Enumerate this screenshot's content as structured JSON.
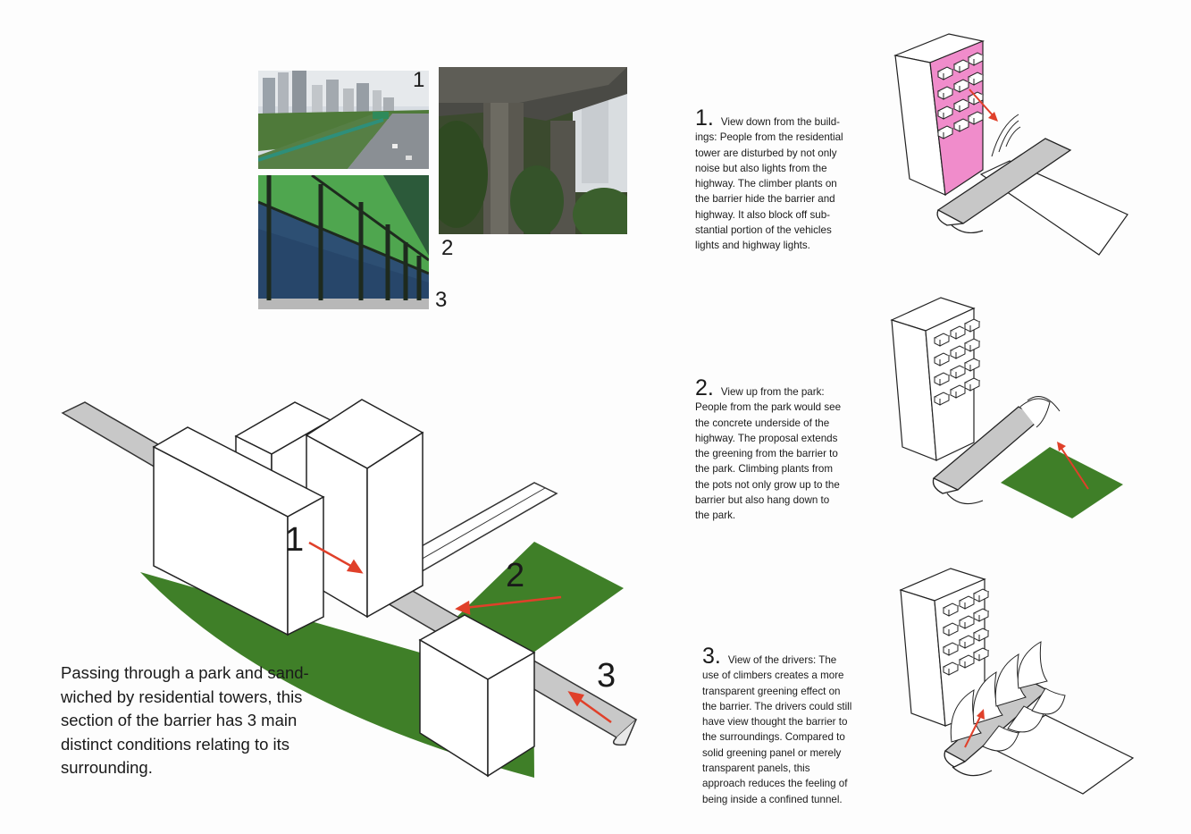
{
  "photos": [
    {
      "id": "photo-highway",
      "label": "1"
    },
    {
      "id": "photo-underside",
      "label": "2"
    },
    {
      "id": "photo-barrier",
      "label": "3"
    }
  ],
  "conditions": [
    {
      "num": "1.",
      "text": "View down from the build-\nings: People from the residential\ntower are disturbed by not only\nnoise but also lights from the\nhighway. The climber plants on\nthe barrier hide the barrier and\nhighway. It also block off sub-\nstantial portion of the vehicles\nlights and highway lights."
    },
    {
      "num": "2.",
      "text": "View up from the park:\nPeople from the park would see\nthe concrete underside of the\nhighway. The proposal extends\nthe greening from the barrier to\nthe park. Climbing plants from\nthe pots not only grow up to the\nbarrier but also hang down to\nthe park."
    },
    {
      "num": "3.",
      "text": "View of the drivers: The\nuse of climbers creates a more\ntransparent greening effect on\nthe barrier. The drivers could still\nhave view thought the barrier to\nthe surroundings. Compared to\nsolid greening panel or merely\ntransparent panels, this\napproach reduces the feeling of\nbeing inside a confined tunnel."
    }
  ],
  "summary": "Passing through a park and sand-\nwiched by residential towers, this\nsection of the barrier has 3 main\ndistinct conditions relating to its\nsurrounding.",
  "axon_labels": [
    "1",
    "2",
    "3"
  ],
  "colors": {
    "green": "#3f7f28",
    "pink": "#f08ccb",
    "red": "#e0402a",
    "grey": "#c7c7c7"
  }
}
